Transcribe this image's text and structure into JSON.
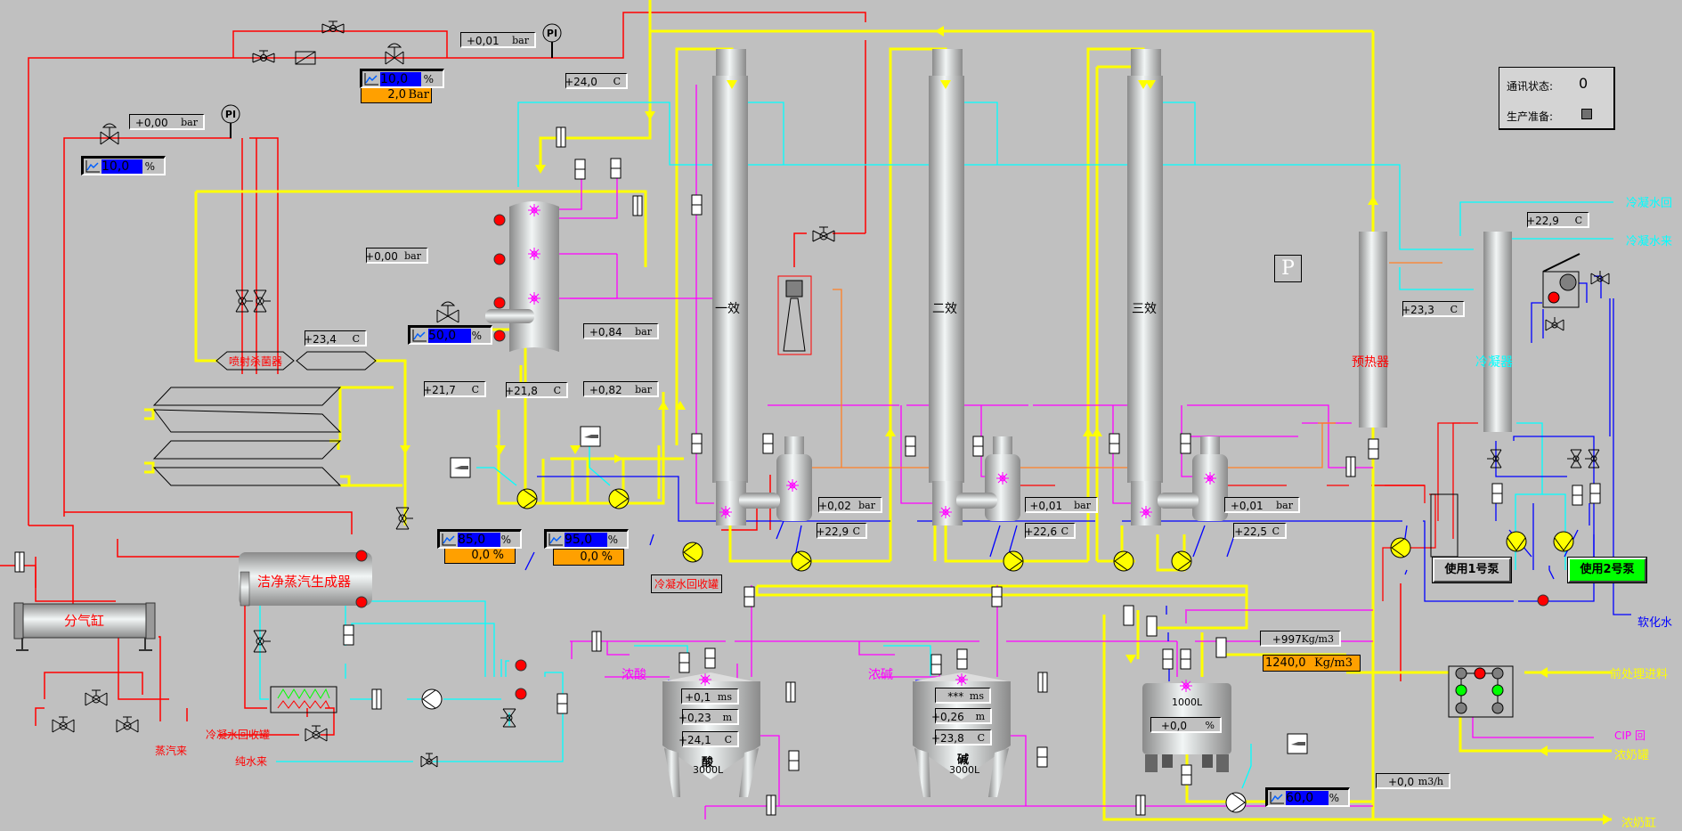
{
  "status_panel": {
    "comm_label": "通讯状态:",
    "comm_value": "0",
    "prod_ready_label": "生产准备:"
  },
  "equipment": {
    "effect1": "一效",
    "effect2": "二效",
    "effect3": "三效",
    "preheater": "预热器",
    "condenser": "冷凝器",
    "steam_header": "分气缸",
    "clean_steam_gen": "洁净蒸汽生成器",
    "spray_sterilizer": "喷射杀菌器",
    "acid_tank": "酸",
    "acid_tank_volume": "3000L",
    "alkali_tank": "碱",
    "alkali_tank_volume": "3000L",
    "balance_tank_volume": "1000L",
    "condensate_tank_tag": "冷凝水回收罐",
    "p_button": "P"
  },
  "flow_labels": {
    "condensate_water_return": "冷凝水回",
    "condensate_water_supply": "冷凝水来",
    "soft_water": "软化水",
    "pretreatment_feed": "前处理进料",
    "cip_return": "CIP 回",
    "concentrate_tank": "浓奶罐",
    "concentrate_vat": "浓奶缸",
    "conc_acid": "浓酸",
    "conc_alkali": "浓碱",
    "steam_in": "蒸汽来",
    "condensate_recovery": "冷凝水回收罐",
    "pure_water_in": "纯水来"
  },
  "buttons": {
    "use_pump1": "使用1号泵",
    "use_pump2": "使用2号泵"
  },
  "colors": {
    "steam": "#ff0000",
    "product": "#ffff00",
    "cooling_water": "#00ffff",
    "cip": "#ff00ff",
    "vapor": "#ff7f27",
    "vacuum": "#0000ff",
    "active_button": "#00ff00",
    "setpoint_bg": "#ffa000"
  },
  "readouts": {
    "pi_top": {
      "value": "+0,01",
      "unit": "bar"
    },
    "pi_left": {
      "value": "+0,00",
      "unit": "bar"
    },
    "steam_valve_pos": {
      "value": "10,0",
      "unit": "%"
    },
    "steam_setpoint": {
      "value": "2,0",
      "unit": "Bar"
    },
    "left_valve_pos": {
      "value": "10,0",
      "unit": "%"
    },
    "temp_top_mid": {
      "value": "+24,0",
      "unit": "C"
    },
    "sterilizer_pressure": {
      "value": "+0,00",
      "unit": "bar"
    },
    "sterilizer_valve_pos": {
      "value": "50,0",
      "unit": "%"
    },
    "sterilizer_temp": {
      "value": "+23,4",
      "unit": "C"
    },
    "flash_pressure_1": {
      "value": "+0,84",
      "unit": "bar"
    },
    "flash_pressure_2": {
      "value": "+0,82",
      "unit": "bar"
    },
    "temp_217": {
      "value": "+21,7",
      "unit": "C"
    },
    "temp_218": {
      "value": "+21,8",
      "unit": "C"
    },
    "pump1_speed": {
      "value": "85,0",
      "unit": "%"
    },
    "pump1_setpoint": {
      "value": "0,0",
      "unit": "%"
    },
    "pump2_speed": {
      "value": "95,0",
      "unit": "%"
    },
    "pump2_setpoint": {
      "value": "0,0",
      "unit": "%"
    },
    "e1_pressure": {
      "value": "+0,02",
      "unit": "bar"
    },
    "e1_temp": {
      "value": "+22,9",
      "unit": "C"
    },
    "e2_pressure": {
      "value": "+0,01",
      "unit": "bar"
    },
    "e2_temp": {
      "value": "+22,6",
      "unit": "C"
    },
    "e3_pressure": {
      "value": "+0,01",
      "unit": "bar"
    },
    "e3_temp": {
      "value": "+22,5",
      "unit": "C"
    },
    "condenser_temp": {
      "value": "+22,9",
      "unit": "C"
    },
    "preheater_temp": {
      "value": "+23,3",
      "unit": "C"
    },
    "acid_cond": {
      "value": "+0,1",
      "unit": "ms"
    },
    "acid_level": {
      "value": "+0,23",
      "unit": "m"
    },
    "acid_temp": {
      "value": "+24,1",
      "unit": "C"
    },
    "alkali_cond": {
      "value": "***",
      "unit": "ms"
    },
    "alkali_level": {
      "value": "+0,26",
      "unit": "m"
    },
    "alkali_temp": {
      "value": "+23,8",
      "unit": "C"
    },
    "density": {
      "value": "+997",
      "unit": "Kg/m3"
    },
    "density_setpoint": {
      "value": "1240,0",
      "unit": "Kg/m3"
    },
    "balance_tank_level": {
      "value": "+0,0",
      "unit": "%"
    },
    "feed_pump_speed": {
      "value": "60,0",
      "unit": "%"
    },
    "flow_rate": {
      "value": "+0,0",
      "unit": "m3/h"
    }
  }
}
